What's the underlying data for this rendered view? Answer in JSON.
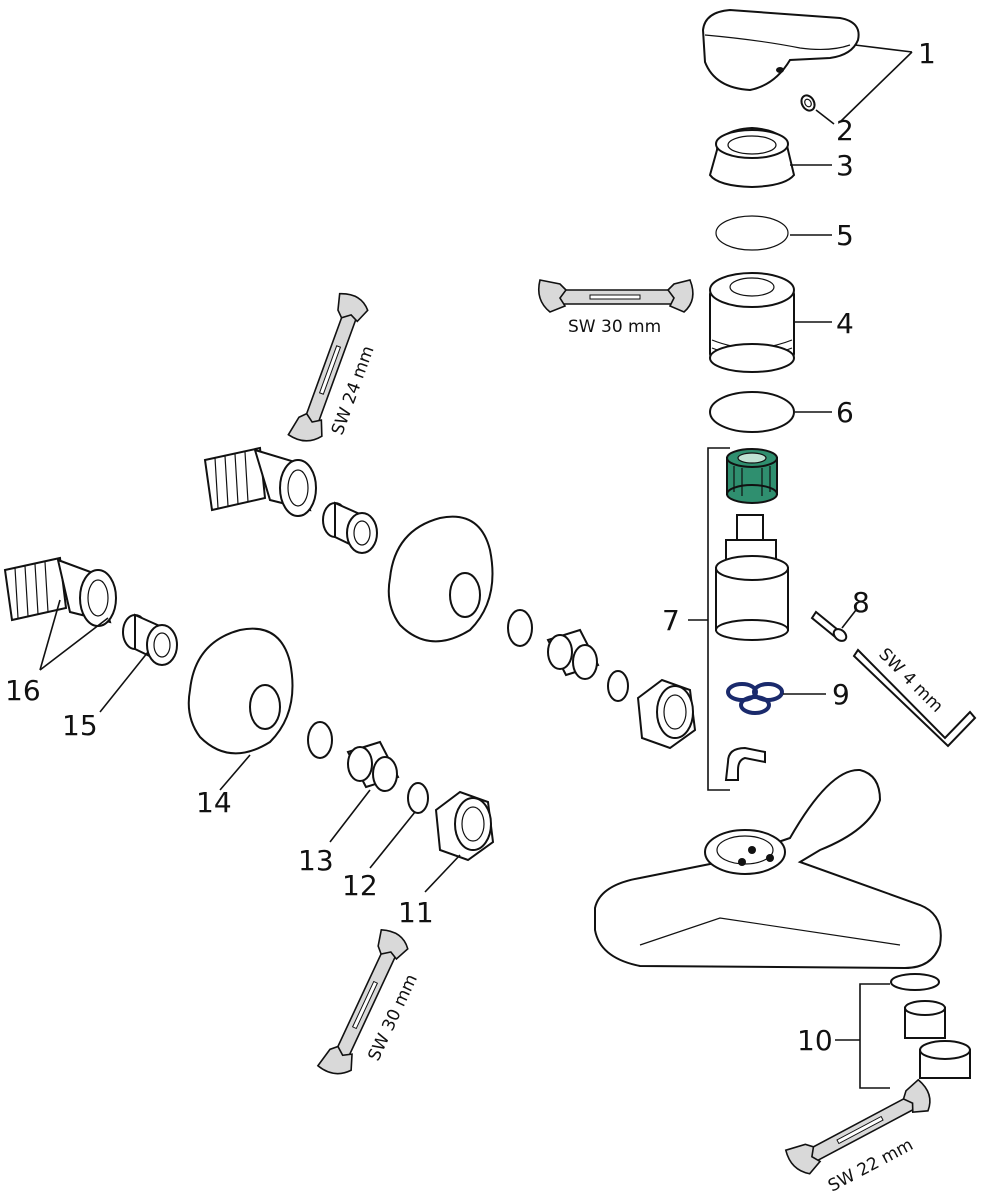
{
  "callouts": {
    "n1": "1",
    "n2": "2",
    "n3": "3",
    "n4": "4",
    "n5": "5",
    "n6": "6",
    "n7": "7",
    "n8": "8",
    "n9": "9",
    "n10": "10",
    "n11": "11",
    "n12": "12",
    "n13": "13",
    "n14": "14",
    "n15": "15",
    "n16": "16"
  },
  "tools": {
    "wrench_top": "SW 30 mm",
    "wrench_left_upper": "SW 24 mm",
    "wrench_bottom": "SW 30 mm",
    "wrench_bottom_right": "SW 22 mm",
    "hex_key": "SW 4 mm"
  },
  "colors": {
    "line": "#111111",
    "cartridge_ring": "#2f8f6f",
    "orings": "#1a2a6c",
    "wrench_fill": "#d9d9d9"
  }
}
